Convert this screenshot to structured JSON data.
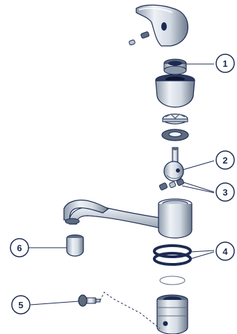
{
  "callouts": [
    {
      "id": 1,
      "label": "1"
    },
    {
      "id": 2,
      "label": "2"
    },
    {
      "id": 3,
      "label": "3"
    },
    {
      "id": 4,
      "label": "4"
    },
    {
      "id": 5,
      "label": "5"
    },
    {
      "id": 6,
      "label": "6"
    }
  ],
  "colors": {
    "ink": "#1c2a52",
    "metal_light": "#eef2f6",
    "metal_mid": "#b9c4d0",
    "metal_dark": "#5d6b7d",
    "ring_dark": "#1c2a52"
  }
}
